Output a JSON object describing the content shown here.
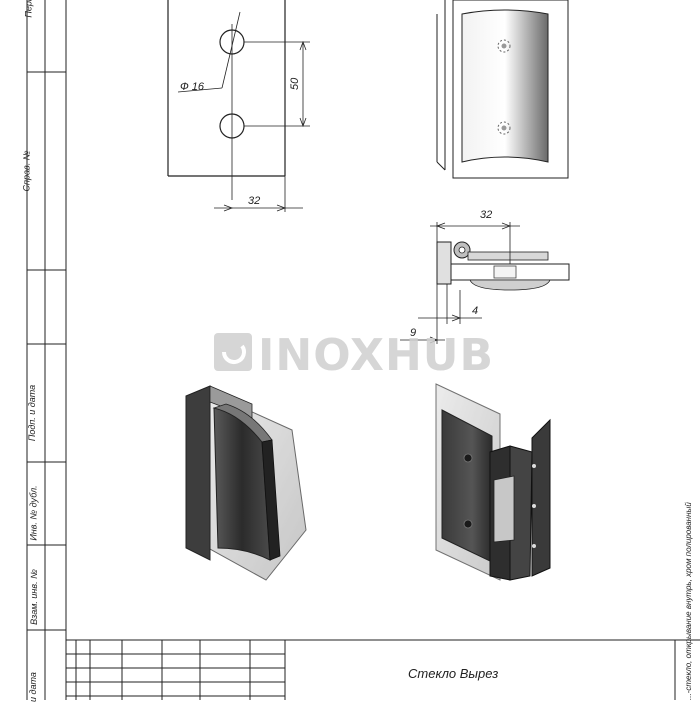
{
  "side_labels": {
    "top": "Перв",
    "sprav": "Справ. №",
    "podp_data_1": "Подп. и дата",
    "inv_dubl": "Инв. № дубл.",
    "vzam_inv": "Взам. инв. №",
    "podp_data_2": "и дата"
  },
  "dimensions": {
    "diameter": "Ф 16",
    "hole_spacing": "50",
    "plate_offset": "32",
    "side_offset": "32",
    "bottom_small": "4",
    "bottom_left": "9"
  },
  "watermark": {
    "text": "INOXHUB"
  },
  "title_block": {
    "name": "Стекло Вырез"
  },
  "side_note": "...-стекло, открывание внутрь, хром полированный"
}
